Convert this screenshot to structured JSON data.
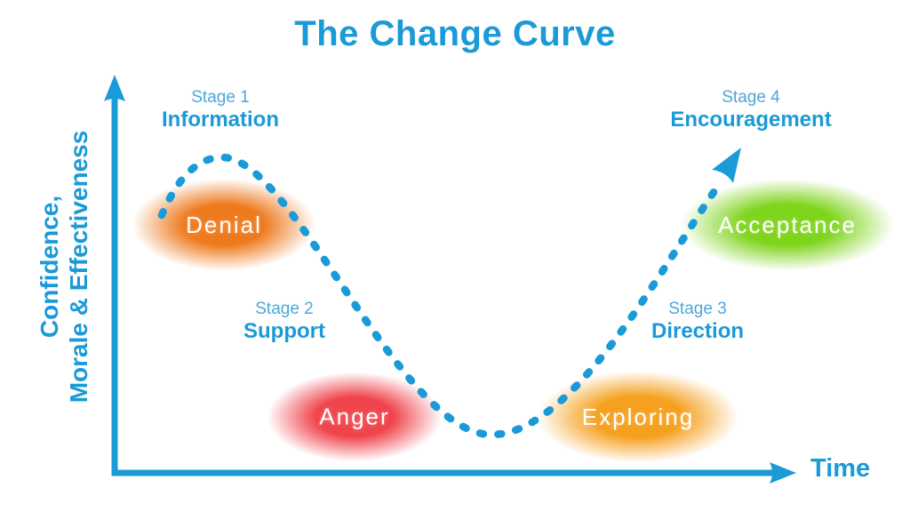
{
  "title": "The Change Curve",
  "colors": {
    "primary": "#1a9ad7",
    "stage_label": "#4aa8da",
    "badge_text": "#ffffff"
  },
  "y_axis": {
    "label_line1": "Confidence,",
    "label_line2": "Morale & Effectiveness"
  },
  "x_axis": {
    "label": "Time"
  },
  "stages": [
    {
      "stage": "Stage 1",
      "name": "Information"
    },
    {
      "stage": "Stage 2",
      "name": "Support"
    },
    {
      "stage": "Stage 3",
      "name": "Direction"
    },
    {
      "stage": "Stage 4",
      "name": "Encouragement"
    }
  ],
  "phases": [
    {
      "label": "Denial",
      "color": "#ee7a1e"
    },
    {
      "label": "Anger",
      "color": "#f0444c"
    },
    {
      "label": "Exploring",
      "color": "#f5a01e"
    },
    {
      "label": "Acceptance",
      "color": "#7fd41c"
    }
  ],
  "curve": {
    "style": "dotted",
    "shape": "starts mid-high, peaks early at Denial, dips to a trough at Anger, then rises past the starting height through Exploring to an upward arrow at Acceptance"
  }
}
